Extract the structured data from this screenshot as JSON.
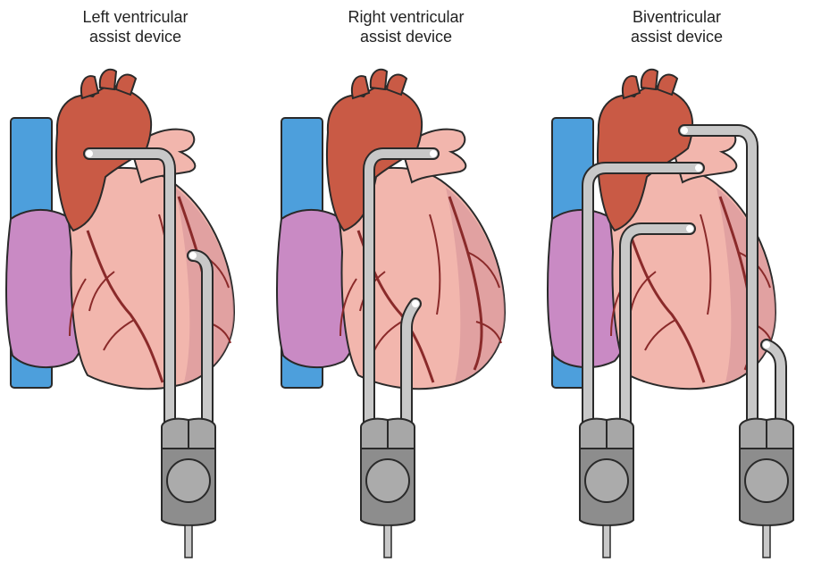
{
  "panels": [
    {
      "line1": "Left ventricular",
      "line2": "assist device"
    },
    {
      "line1": "Right ventricular",
      "line2": "assist device"
    },
    {
      "line1": "Biventricular",
      "line2": "assist device"
    }
  ],
  "colors": {
    "vena_cava": "#4d9fdc",
    "aorta": "#c95a45",
    "heart": "#f2b6ad",
    "right_atrium": "#c98ac4",
    "vessels": "#8a2a2a",
    "tube": "#c8c8c8",
    "pump": "#a7a7a7"
  }
}
